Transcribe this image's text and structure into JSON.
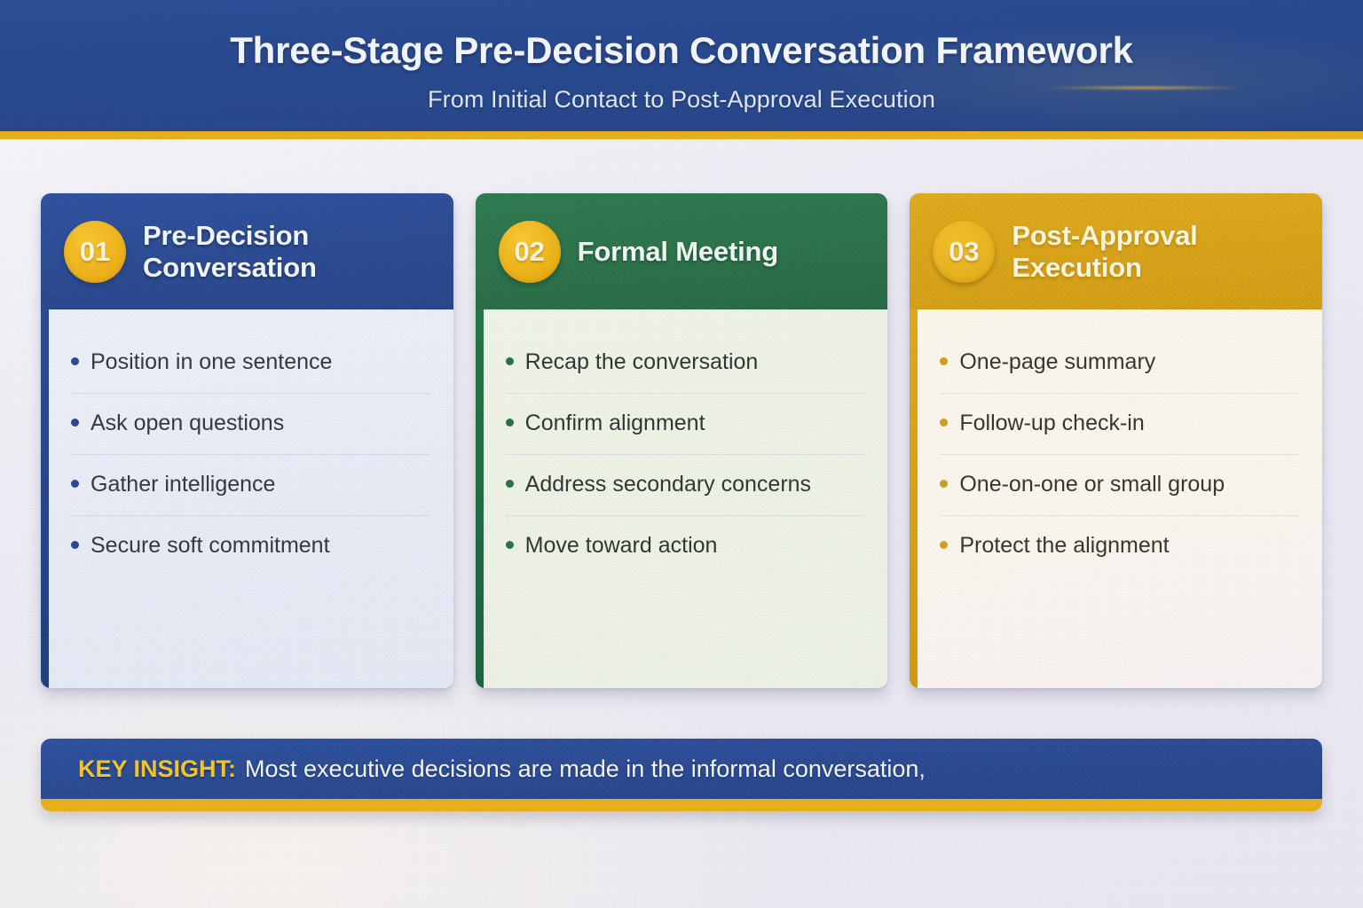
{
  "header": {
    "title": "Three-Stage Pre-Decision Conversation Framework",
    "subtitle": "From Initial Contact to Post-Approval Execution",
    "band_color": "#2a4a92",
    "accent_color": "#e8b11c"
  },
  "cards": [
    {
      "number": "01",
      "title": "Pre-Decision Conversation",
      "accent_color": "#2a4a92",
      "badge_color": "#efb41d",
      "body_color": "#e8ecf7",
      "items": [
        "Position in one sentence",
        "Ask open questions",
        "Gather intelligence",
        "Secure soft commitment"
      ]
    },
    {
      "number": "02",
      "title": "Formal Meeting",
      "accent_color": "#2a7149",
      "badge_color": "#eeb41b",
      "body_color": "#eef3e6",
      "items": [
        "Recap the conversation",
        "Confirm alignment",
        "Address secondary concerns",
        "Move toward action"
      ]
    },
    {
      "number": "03",
      "title": "Post-Approval Execution",
      "accent_color": "#d8a317",
      "badge_color": "#e8b421",
      "body_color": "#fbf6ef",
      "items": [
        "One-page summary",
        "Follow-up check-in",
        "One-on-one or small group",
        "Protect the alignment"
      ]
    }
  ],
  "banner": {
    "label": "KEY INSIGHT:",
    "text": "Most executive decisions are made in the informal conversation,",
    "label_color": "#f4c52a",
    "background_color": "#2a4a92",
    "accent_color": "#e8b11c"
  }
}
